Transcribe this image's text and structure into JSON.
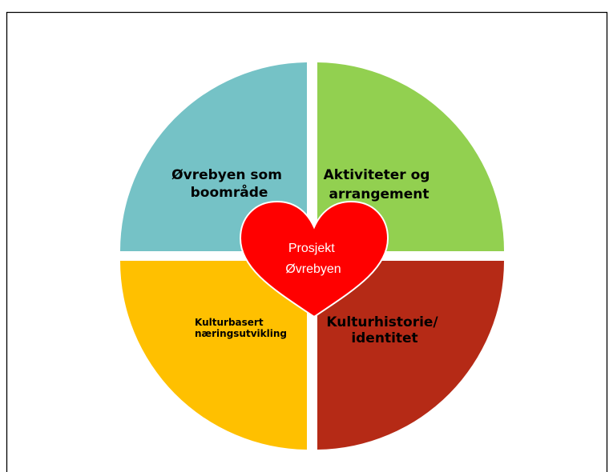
{
  "diagram": {
    "center": {
      "lines": [
        "Prosjekt",
        "Øvrebyen"
      ],
      "color": "#ff0000"
    },
    "quadrants": [
      {
        "id": "top-left",
        "lines": [
          "Øvrebyen som",
          "boområde"
        ],
        "color": "#75c2c6"
      },
      {
        "id": "top-right",
        "lines": [
          "Aktiviteter og",
          "arrangement"
        ],
        "color": "#92d050"
      },
      {
        "id": "bottom-left",
        "lines": [
          "Kulturbasert",
          "næringsutvikling"
        ],
        "color": "#ffc000"
      },
      {
        "id": "bottom-right",
        "lines": [
          "Kulturhistorie/",
          "identitet"
        ],
        "color": "#b52a16"
      }
    ]
  }
}
